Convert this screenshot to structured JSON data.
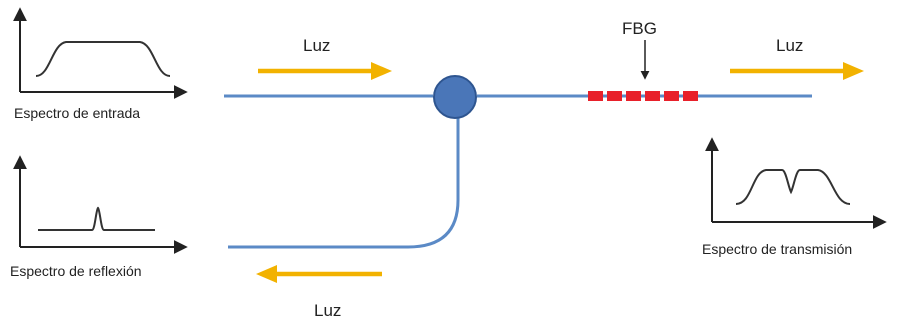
{
  "labels": {
    "input_spectrum": "Espectro de entrada",
    "reflection_spectrum": "Espectro de reflexión",
    "transmission_spectrum": "Espectro de transmisión",
    "light_in": "Luz",
    "light_out": "Luz",
    "light_reflected": "Luz",
    "grating": "FBG"
  },
  "colors": {
    "fiber": "#5b8ac6",
    "coupler_fill": "#4a76b8",
    "coupler_stroke": "#2e5590",
    "arrow": "#f2b200",
    "grating": "#e8202a",
    "axis": "#222222",
    "curve": "#333333"
  }
}
